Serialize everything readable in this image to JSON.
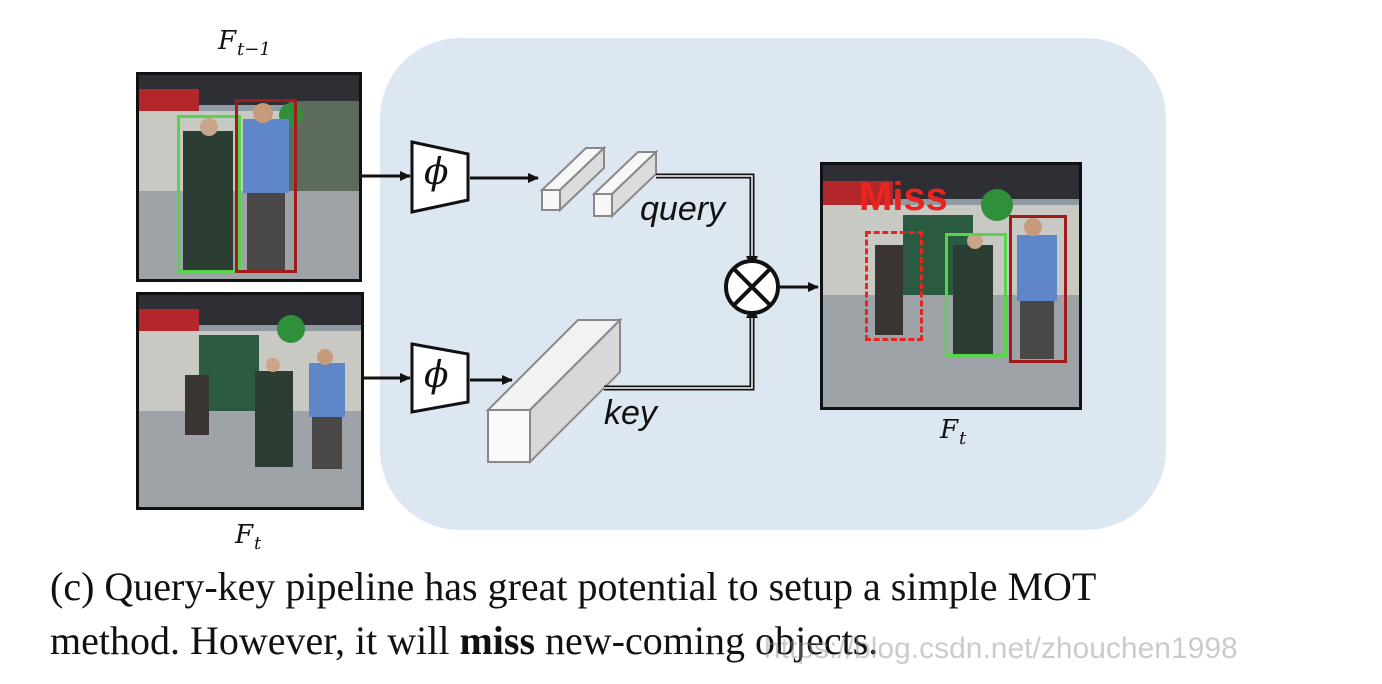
{
  "frames": {
    "prev_label_base": "F",
    "prev_label_sub": "t−1",
    "curr_label_base": "F",
    "curr_label_sub": "t",
    "out_label_base": "F",
    "out_label_sub": "t"
  },
  "diagram": {
    "phi_symbol": "ϕ",
    "query_label": "query",
    "key_label": "key",
    "miss_label": "Miss",
    "op_symbol": "⊗"
  },
  "caption": {
    "line1": "(c) Query-key pipeline has great potential to setup a simple MOT",
    "line2_pre": "method. However, it will ",
    "line2_bold": "miss",
    "line2_post": " new-coming objects."
  },
  "watermark": "https://blog.csdn.net/zhouchen1998",
  "colors": {
    "panel_bg": "#dde7f2",
    "box_green": "#58d44a",
    "box_red": "#a11b1b",
    "miss_red": "#e8251f"
  }
}
